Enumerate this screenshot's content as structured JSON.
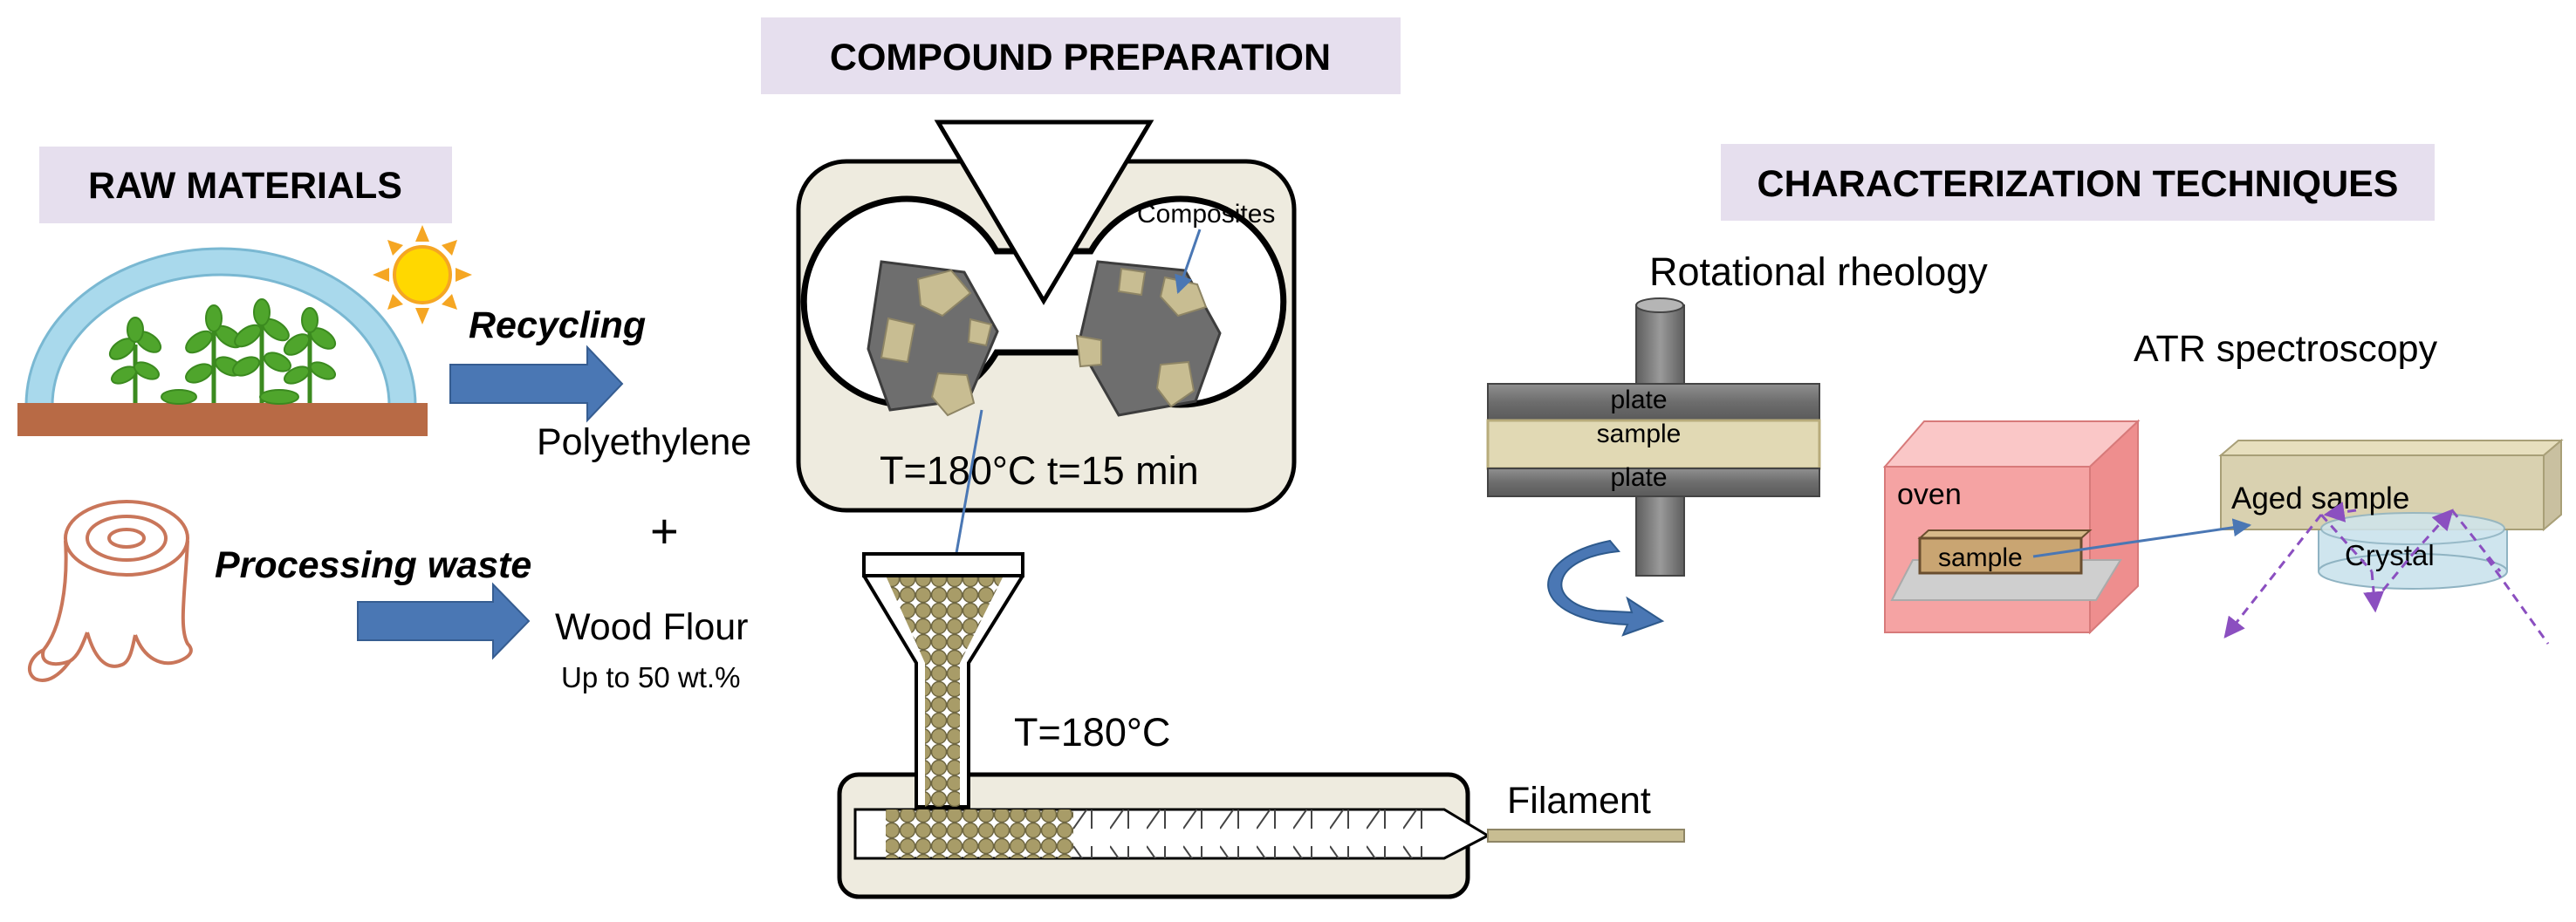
{
  "headers": {
    "raw_materials": "RAW MATERIALS",
    "compound_preparation": "COMPOUND PREPARATION",
    "characterization_techniques": "CHARACTERIZATION TECHNIQUES"
  },
  "raw_materials": {
    "recycling_label": "Recycling",
    "polyethylene_label": "Polyethylene",
    "plus_sign": "+",
    "processing_waste_label": "Processing waste",
    "wood_flour_label": "Wood Flour",
    "wood_flour_amount": "Up to 50 wt.%"
  },
  "compound_preparation": {
    "composites_label": "Composites",
    "mixer_conditions": "T=180°C t=15 min",
    "extruder_temperature": "T=180°C",
    "filament_label": "Filament"
  },
  "characterization": {
    "rheology_title": "Rotational rheology",
    "plate_top": "plate",
    "sample_label": "sample",
    "plate_bottom": "plate",
    "atr_title": "ATR spectroscopy",
    "oven_label": "oven",
    "oven_sample_label": "sample",
    "aged_sample_label": "Aged sample",
    "crystal_label": "Crystal"
  },
  "colors": {
    "header_bg": "#e6dfee",
    "arrow_blue": "#4a77b4",
    "tan": "#c8bd92",
    "panel_bg": "#eeebdf",
    "rotor_gray": "#6e6e6e",
    "oven_pink": "#f5a3a3",
    "ir_beam_purple": "#8b4fc0",
    "plant_green": "#4fa52c",
    "soil_brown": "#b86a45",
    "sun_yellow": "#ffd800",
    "stump_outline": "#c9765a"
  },
  "icons": [
    "greenhouse-icon",
    "sun-icon",
    "tree-stump-icon",
    "rotation-arrow-icon"
  ]
}
